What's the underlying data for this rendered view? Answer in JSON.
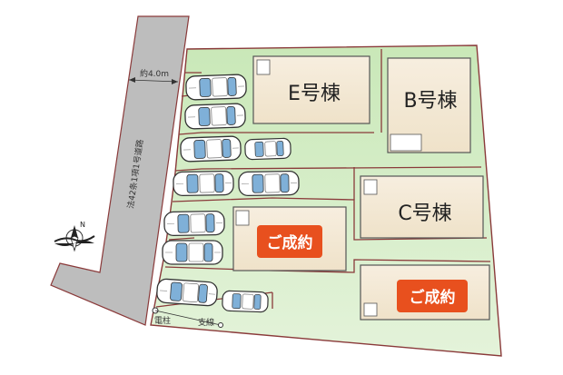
{
  "buildings": {
    "E": "E号棟",
    "B": "B号棟",
    "C": "C号棟"
  },
  "sold_badges": {
    "D": "ご成約",
    "A": "ご成約"
  },
  "road": {
    "label": "法42条1項1号道路",
    "width_label": "約4.0m"
  },
  "legend": {
    "pole": "電柱",
    "guy_wire": "支線"
  },
  "colors": {
    "road": "#bdbdbd",
    "lot_green": "#c8e6b4",
    "lot_border": "#8a3a3a",
    "building": "#f5ead6",
    "sold_badge": "#e8501e",
    "car_body": "#ffffff",
    "car_glass": "#7fb0d8"
  },
  "icons": {
    "compass": "north-compass-icon",
    "car": "car-icon"
  }
}
